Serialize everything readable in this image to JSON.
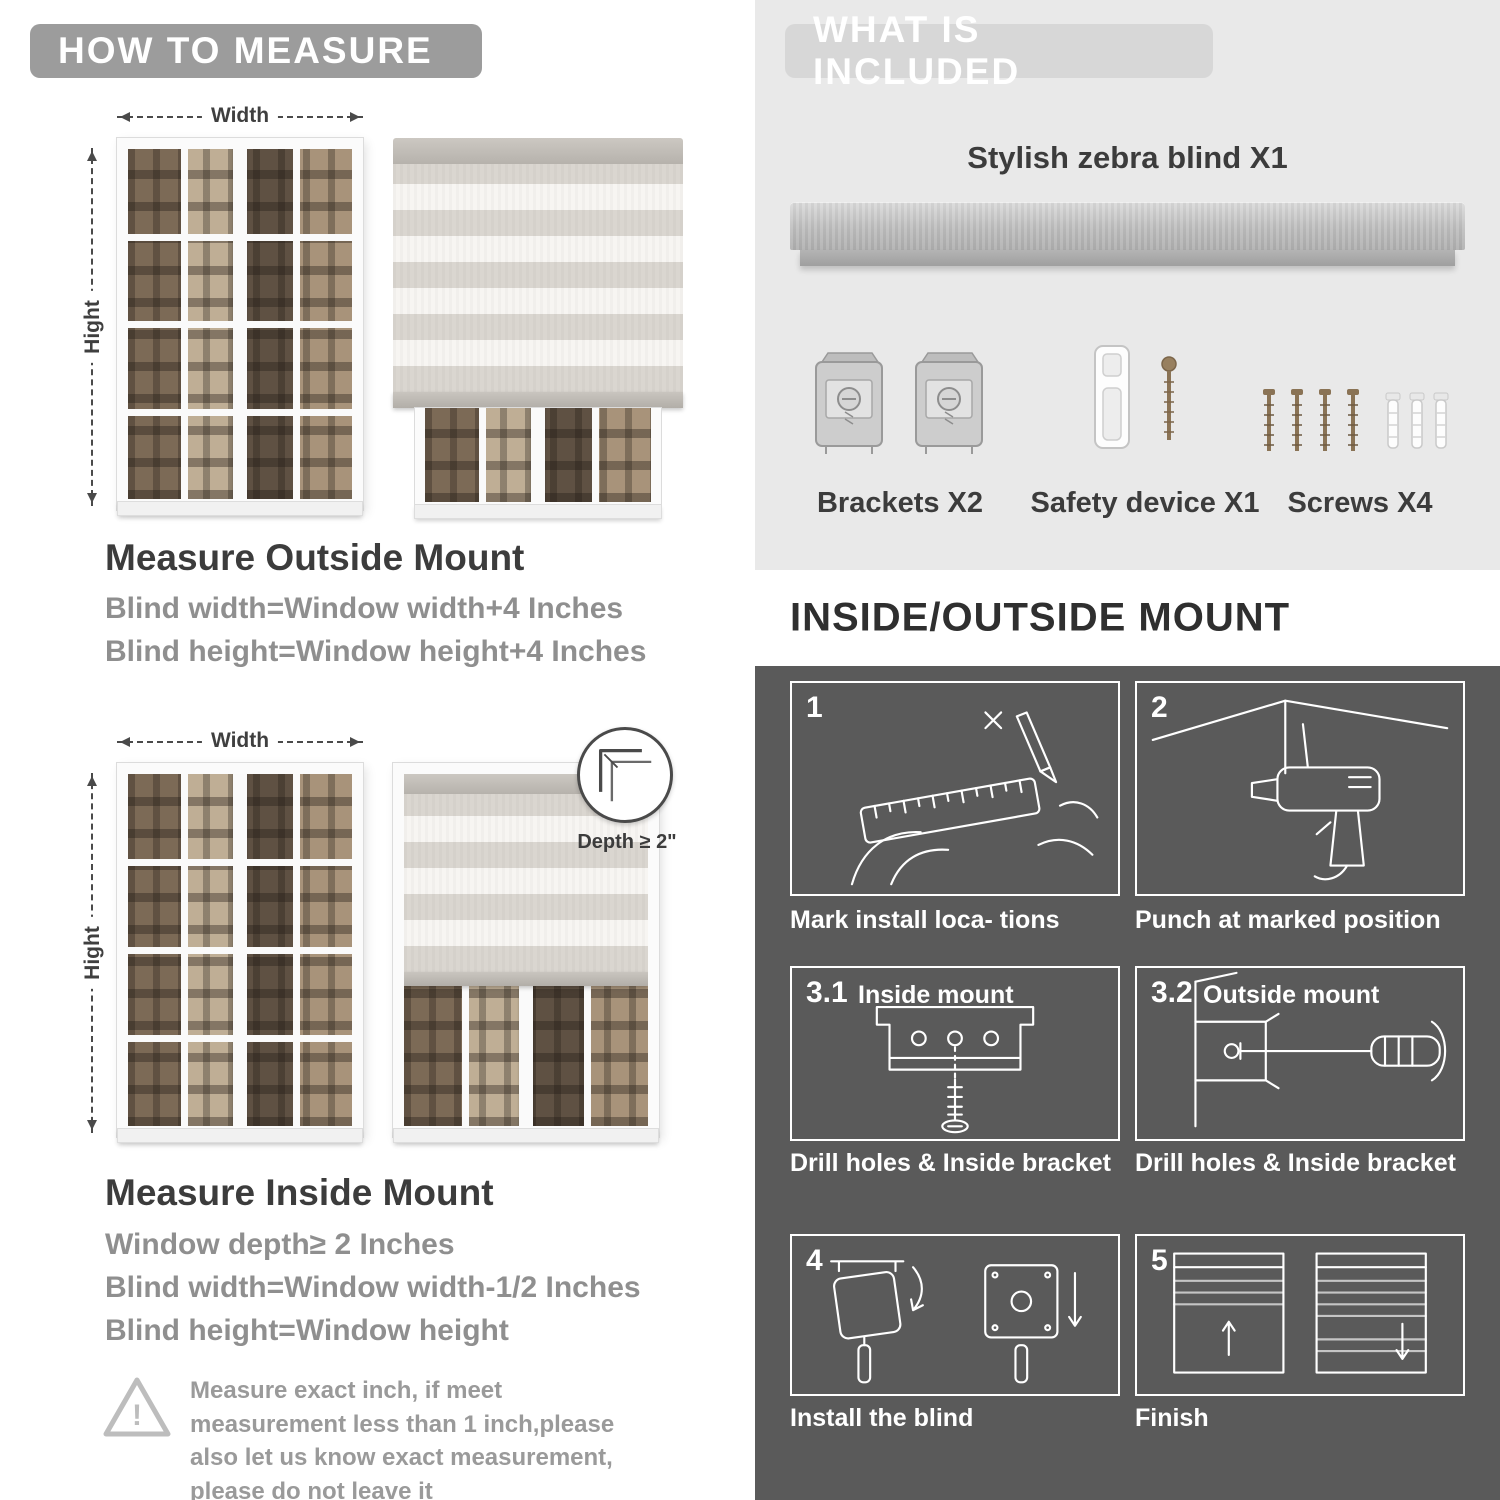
{
  "colors": {
    "pill_gray": "#9c9c9c",
    "panel_light": "#e9e9e9",
    "panel_dark": "#5a5a5a",
    "title_dark": "#3c3c3c",
    "text_gray": "#8f8f8f"
  },
  "left": {
    "header": "HOW TO MEASURE",
    "outside": {
      "width_label": "Width",
      "height_label": "Hight",
      "title": "Measure Outside Mount",
      "lines": [
        "Blind width=Window width+4 Inches",
        "Blind height=Window height+4 Inches"
      ]
    },
    "inside": {
      "width_label": "Width",
      "height_label": "Hight",
      "depth_label": "Depth ≥ 2\"",
      "title": "Measure Inside Mount",
      "lines": [
        "Window depth≥ 2 Inches",
        "Blind width=Window width-1/2 Inches",
        "Blind height=Window height"
      ]
    },
    "warning_mark": "!",
    "note": "Measure exact inch, if meet measurement less than 1 inch,please also let us know exact measurement, please do not leave it"
  },
  "right": {
    "included": {
      "header": "WHAT IS INCLUDED",
      "product": "Stylish zebra blind X1",
      "items": [
        {
          "label": "Brackets X2"
        },
        {
          "label": "Safety device X1"
        },
        {
          "label": "Screws X4"
        }
      ]
    },
    "mount": {
      "header": "INSIDE/OUTSIDE MOUNT",
      "steps": [
        {
          "num": "1",
          "caption": "Mark install loca- tions"
        },
        {
          "num": "2",
          "caption": "Punch at  marked position"
        },
        {
          "num": "3.1",
          "label": "Inside mount",
          "caption": "Drill holes &  Inside bracket"
        },
        {
          "num": "3.2",
          "label": "Outside mount",
          "caption": "Drill holes &  Inside bracket"
        },
        {
          "num": "4",
          "caption": "Install the blind"
        },
        {
          "num": "5",
          "caption": "Finish"
        }
      ]
    }
  }
}
